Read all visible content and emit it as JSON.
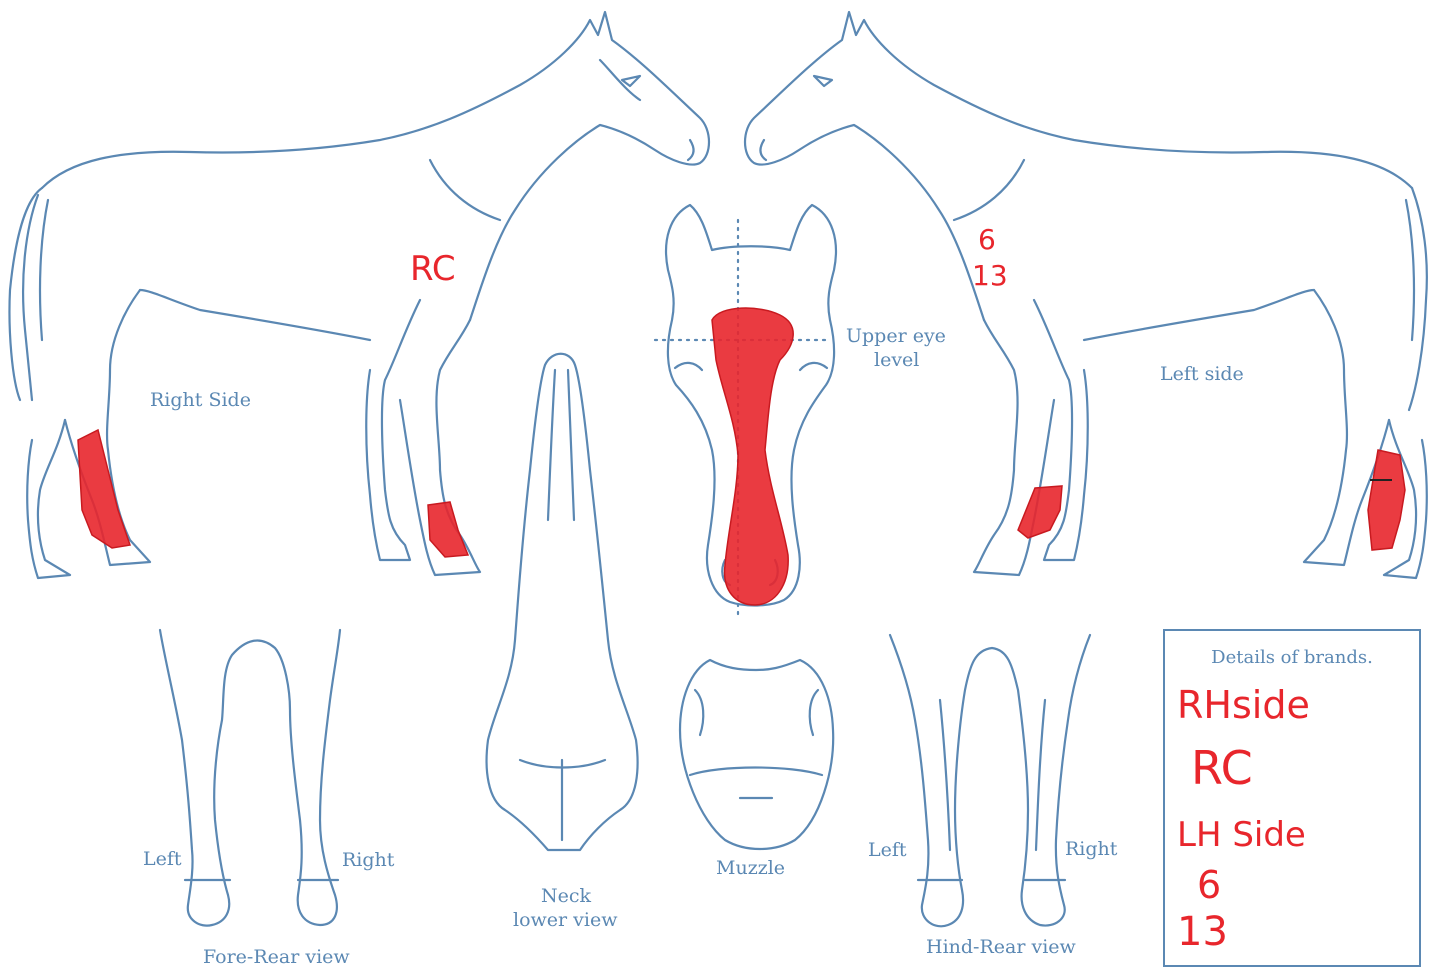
{
  "header": {
    "title": ""
  },
  "views": {
    "right_side": "Right Side",
    "left_side": "Left side",
    "upper_eye_level": [
      "Upper eye",
      "level"
    ],
    "neck_lower_view": [
      "Neck",
      "lower view"
    ],
    "muzzle": "Muzzle",
    "fore_rear_view": "Fore-Rear view",
    "fore_left": "Left",
    "fore_right": "Right",
    "hind_rear_view": "Hind-Rear view",
    "hind_left": "Left",
    "hind_right": "Right"
  },
  "annotations": {
    "right_shoulder_mark": "RC",
    "left_shoulder_mark_line1": "6",
    "left_shoulder_mark_line2": "13"
  },
  "brands_box": {
    "title": "Details of brands.",
    "entries": [
      "RHside",
      "RC",
      "LH Side",
      "6",
      "13"
    ]
  },
  "colors": {
    "outline": "#5b88b3",
    "markings": "#e8262c"
  }
}
